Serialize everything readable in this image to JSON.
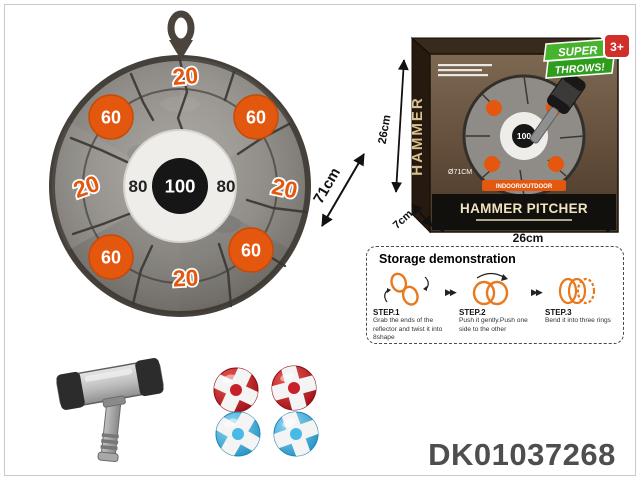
{
  "board": {
    "score_top": "20",
    "score_left": "20",
    "score_right": "20",
    "score_bottom": "20",
    "badge_top_left": "60",
    "badge_top_right": "60",
    "badge_bottom_left": "60",
    "badge_bottom_right": "60",
    "ring_left": "80",
    "ring_right": "80",
    "bullseye": "100",
    "diameter_label": "71cm",
    "orange": "#e4570f"
  },
  "box": {
    "age_badge": "3+",
    "banner_top": "SUPER",
    "banner_bottom": "THROWS!",
    "side_text": "HAMMER",
    "diameter_note": "Ø71CM",
    "tagline": "INDOOR/OUTDOOR",
    "title": "HAMMER PITCHER",
    "mini_center": "100",
    "dim_height": "26cm",
    "dim_depth": "7cm",
    "dim_width": "26cm"
  },
  "storage": {
    "title": "Storage demonstration",
    "arrow": "▶▶",
    "steps": [
      {
        "label": "STEP.1",
        "text": "Grab the ends of the reflector and twist it into 8shape"
      },
      {
        "label": "STEP.2",
        "text": "Push it gently.Push one side to the other"
      },
      {
        "label": "STEP.3",
        "text": "Bend it into three rings"
      }
    ]
  },
  "product_code": "DK01037268"
}
